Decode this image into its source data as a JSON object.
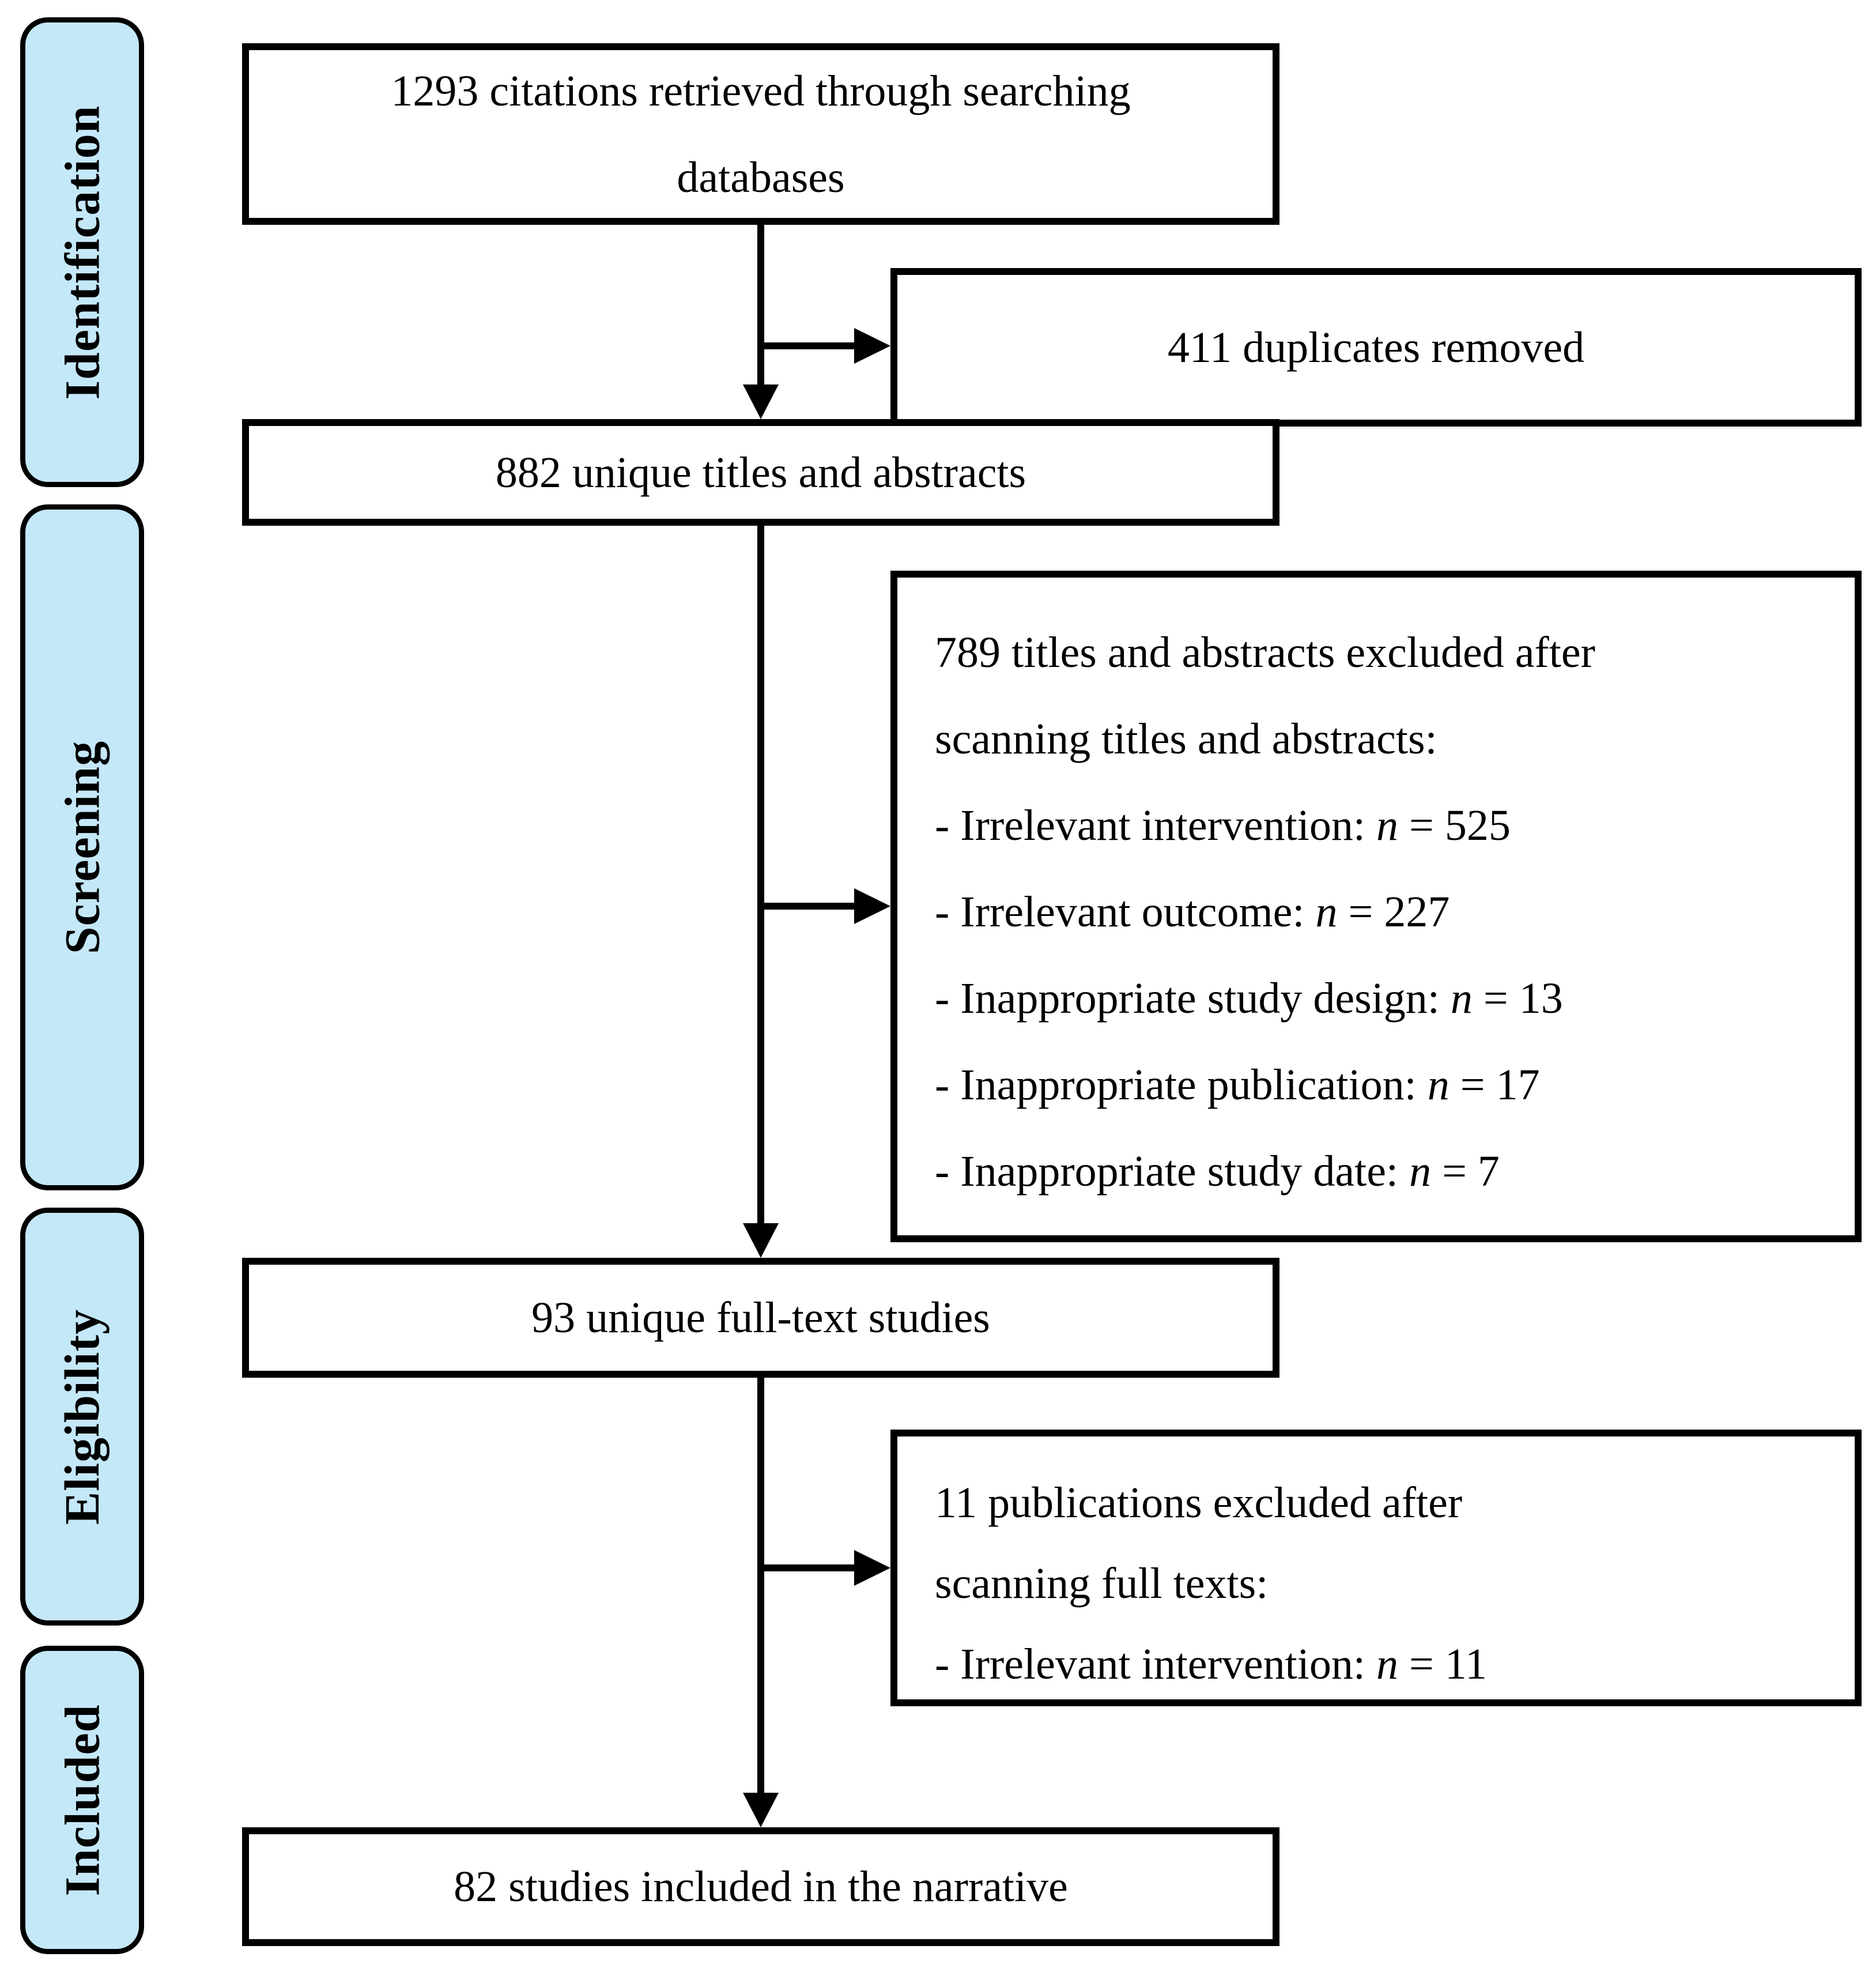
{
  "colors": {
    "stage_fill": "#c4e8f8",
    "line_color": "#000000",
    "box_fill": "#ffffff"
  },
  "sidebar": {
    "stages": [
      {
        "label": "Identification"
      },
      {
        "label": "Screening"
      },
      {
        "label": "Eligibility"
      },
      {
        "label": "Included"
      }
    ]
  },
  "flow": {
    "citations_box": {
      "line1": "1293 citations retrieved through searching",
      "line2": "databases"
    },
    "duplicates_box": {
      "text": "411 duplicates removed"
    },
    "unique_titles_box": {
      "text": "882 unique titles and abstracts"
    },
    "titles_excluded_box": {
      "title_line1": "789 titles and abstracts excluded after",
      "title_line2": "scanning titles and abstracts:",
      "items": [
        {
          "prefix": "- Irrelevant intervention: ",
          "n": "n",
          "suffix": " = 525"
        },
        {
          "prefix": "- Irrelevant outcome: ",
          "n": "n",
          "suffix": " = 227"
        },
        {
          "prefix": "- Inappropriate study design: ",
          "n": "n",
          "suffix": " = 13"
        },
        {
          "prefix": "- Inappropriate publication: ",
          "n": "n",
          "suffix": " = 17"
        },
        {
          "prefix": "- Inappropriate study date: ",
          "n": "n",
          "suffix": " = 7"
        }
      ]
    },
    "fulltext_box": {
      "text": "93 unique full-text studies"
    },
    "fulltext_excluded_box": {
      "title_line1": "11 publications excluded after",
      "title_line2": "scanning full texts:",
      "items": [
        {
          "prefix": "- Irrelevant intervention: ",
          "n": "n",
          "suffix": " = 11"
        }
      ]
    },
    "included_box": {
      "text": "82 studies included in the narrative"
    }
  }
}
